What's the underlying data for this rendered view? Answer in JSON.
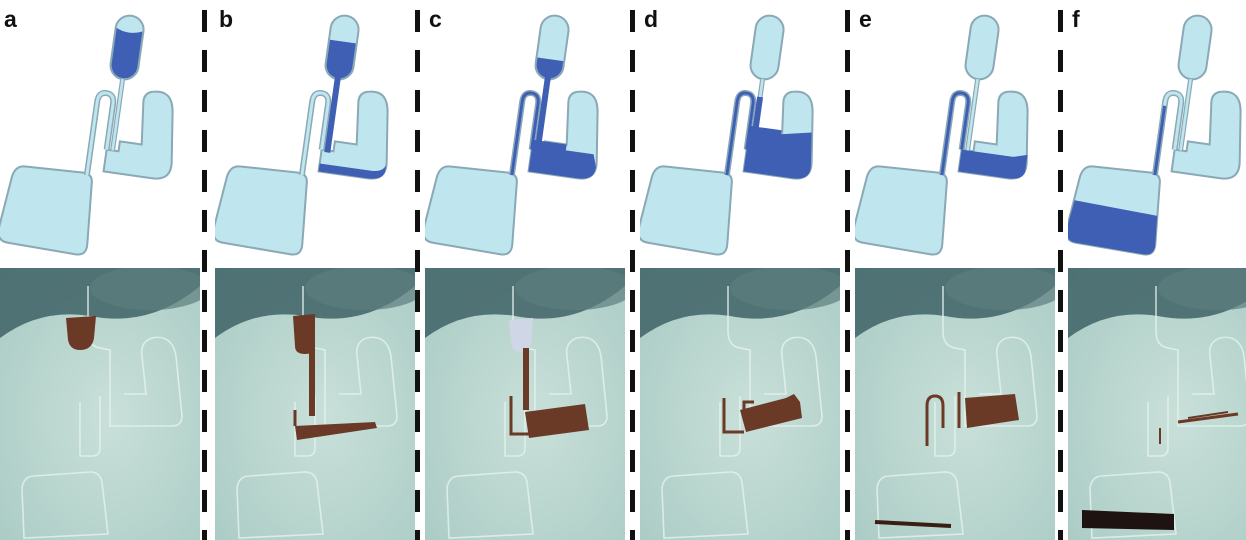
{
  "panels": [
    {
      "label": "a",
      "stage_index": 1
    },
    {
      "label": "b",
      "stage_index": 2
    },
    {
      "label": "c",
      "stage_index": 3
    },
    {
      "label": "d",
      "stage_index": 4
    },
    {
      "label": "e",
      "stage_index": 5
    },
    {
      "label": "f",
      "stage_index": 6
    }
  ],
  "colors": {
    "chamber_fill": "#bfe6ee",
    "chamber_outline": "#8aa8b5",
    "liquid_blue": "#3e5fb4",
    "photo_bg": "#a9cbc4",
    "photo_liquid": "#6b3a27",
    "divider": "#111111"
  }
}
